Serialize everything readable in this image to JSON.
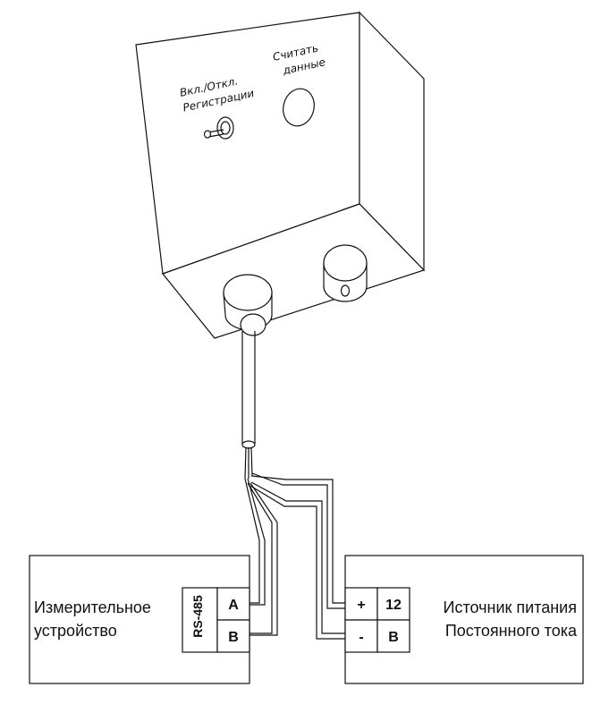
{
  "device": {
    "switch_label_1": "Вкл./Откл.",
    "switch_label_2": "Регистрации",
    "button_label_1": "Считать",
    "button_label_2": "данные"
  },
  "meter": {
    "title_line1": "Измерительное",
    "title_line2": "устройство",
    "port_label": "RS-485",
    "terminal_a": "A",
    "terminal_b": "B"
  },
  "power": {
    "title_line1": "Источник питания",
    "title_line2": "Постоянного тока",
    "plus_label": "+",
    "minus_label": "-",
    "voltage_label": "12",
    "unit_label": "В"
  }
}
